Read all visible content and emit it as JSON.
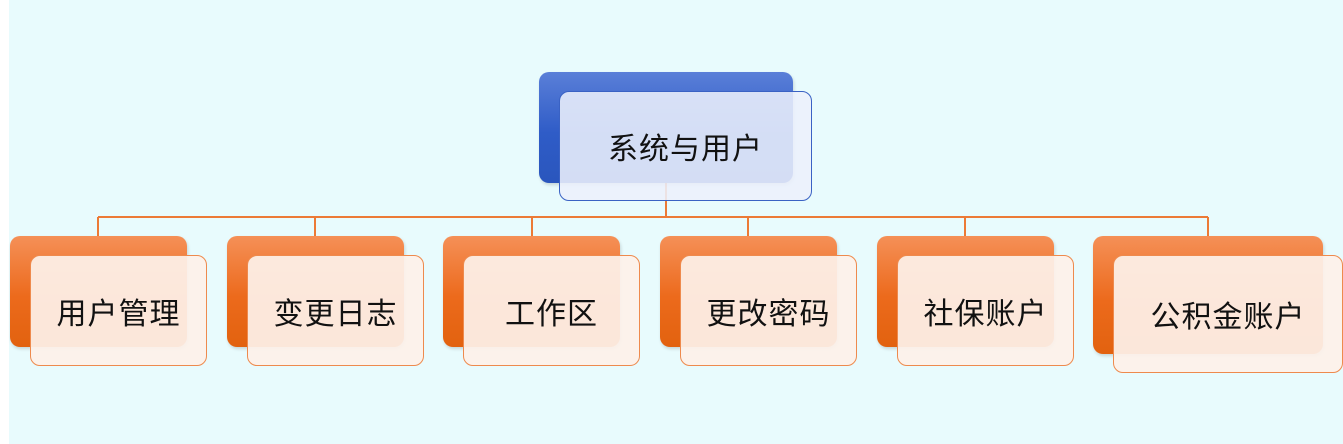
{
  "diagram": {
    "root": {
      "label": "系统与用户"
    },
    "children": [
      {
        "id": "user-management",
        "label": "用户管理"
      },
      {
        "id": "change-log",
        "label": "变更日志"
      },
      {
        "id": "workspace",
        "label": "工作区"
      },
      {
        "id": "change-password",
        "label": "更改密码"
      },
      {
        "id": "social-security-account",
        "label": "社保账户"
      },
      {
        "id": "housing-fund-account",
        "label": "公积金账户"
      }
    ]
  },
  "colors": {
    "background": "#e8fbfd",
    "root_accent": "#2f5cc7",
    "child_accent": "#ec6a1c",
    "connector": "#ec6a1c"
  }
}
